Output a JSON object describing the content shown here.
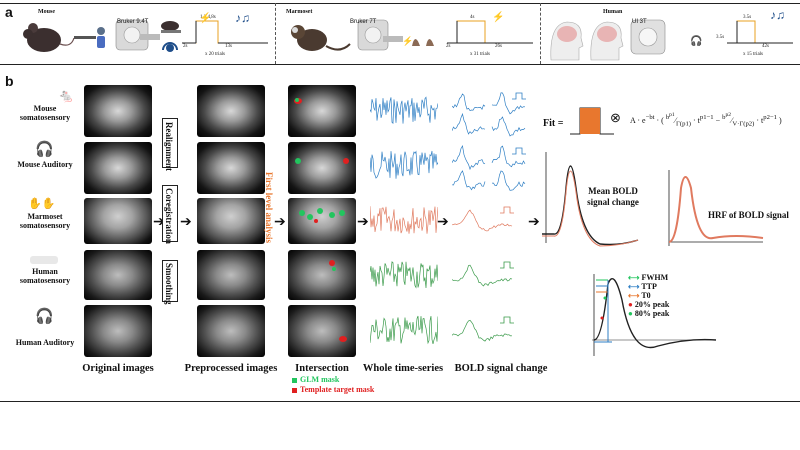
{
  "panel_a": {
    "label": "a",
    "mouse": {
      "title": "Mouse",
      "scanner": "Bruker 9.4T",
      "stim_times": "1,2,4,8s",
      "pre": "2s",
      "post": "13s",
      "trials": "x 20 trials"
    },
    "marmoset": {
      "title": "Marmoset",
      "scanner": "Bruker 7T",
      "stim": "4s",
      "pre": "2s",
      "post": "26s",
      "trials": "x 31 trials"
    },
    "human": {
      "title": "Human",
      "scanner": "UI 3T",
      "stim": "3.5s",
      "pre": "3.5s",
      "post": "42s",
      "trials": "x 15 trials"
    }
  },
  "panel_b": {
    "label": "b",
    "rows": [
      {
        "label": "Mouse somatosensory"
      },
      {
        "label": "Mouse Auditory"
      },
      {
        "label": "Marmoset somatosensory"
      },
      {
        "label": "Human somatosensory"
      },
      {
        "label": "Human Auditory"
      }
    ],
    "steps": [
      "Realignment",
      "Coregistration",
      "Smoothing"
    ],
    "first_level": "First level analysis",
    "columns": {
      "original": "Original images",
      "preprocessed": "Preprocessed images",
      "intersection": "Intersection",
      "timeseries": "Whole time-series",
      "bold": "BOLD signal change"
    },
    "legend": {
      "glm": "GLM mask",
      "template": "Template target mask"
    },
    "fit_label": "Fit =",
    "mean_bold": "Mean BOLD signal change",
    "hrf": "HRF of BOLD signal",
    "metrics": [
      "FWHM",
      "TTP",
      "T0",
      "20% peak",
      "80% peak"
    ]
  },
  "colors": {
    "orange": "#e8772e",
    "blue": "#2f7fc4",
    "salmon": "#e07a5f",
    "green": "#3a9a4a",
    "red": "#e02020",
    "glm_green": "#22c55e"
  }
}
